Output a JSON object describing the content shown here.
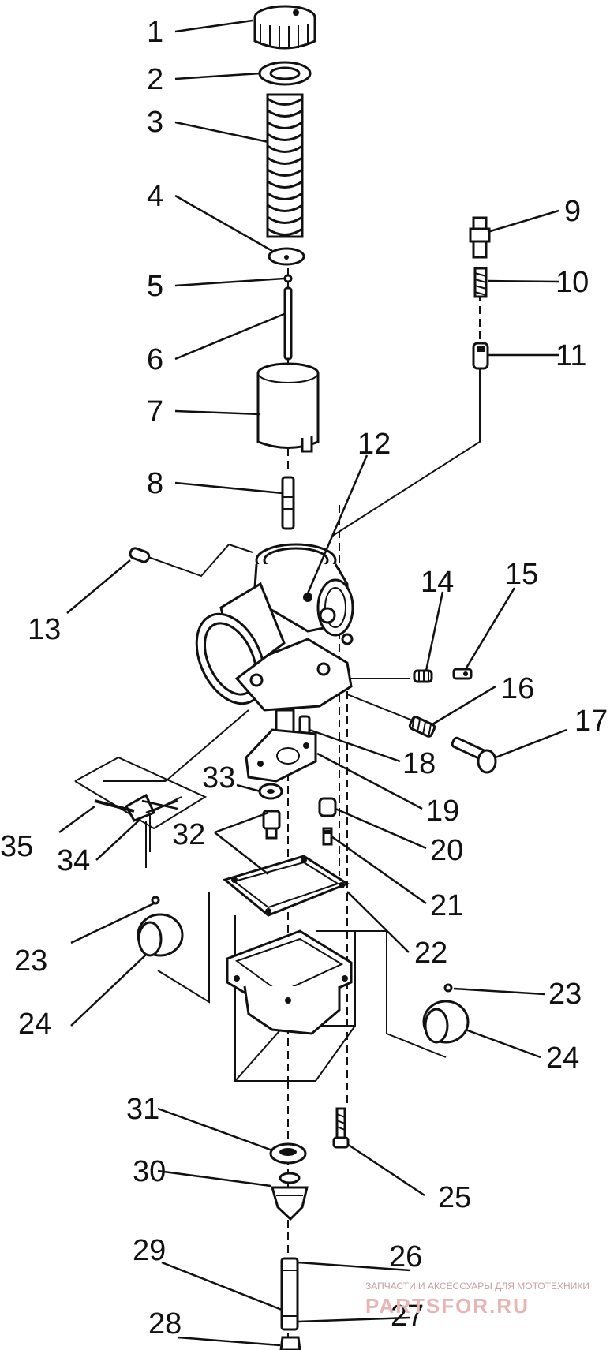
{
  "labels": {
    "l1": "1",
    "l2": "2",
    "l3": "3",
    "l4": "4",
    "l5": "5",
    "l6": "6",
    "l7": "7",
    "l8": "8",
    "l9": "9",
    "l10": "10",
    "l11": "11",
    "l12": "12",
    "l13": "13",
    "l14": "14",
    "l15": "15",
    "l16": "16",
    "l17": "17",
    "l18": "18",
    "l19": "19",
    "l20": "20",
    "l21": "21",
    "l22": "22",
    "l23a": "23",
    "l23b": "23",
    "l24a": "24",
    "l24b": "24",
    "l25": "25",
    "l26": "26",
    "l27": "27",
    "l28": "28",
    "l29": "29",
    "l30": "30",
    "l31": "31",
    "l32": "32",
    "l33": "33",
    "l34": "34",
    "l35": "35"
  },
  "watermark": {
    "tagline": "ЗАПЧАСТИ И АКСЕССУАРЫ ДЛЯ МОТОТЕХНИКИ",
    "logo": "PARTSFOR.RU"
  }
}
